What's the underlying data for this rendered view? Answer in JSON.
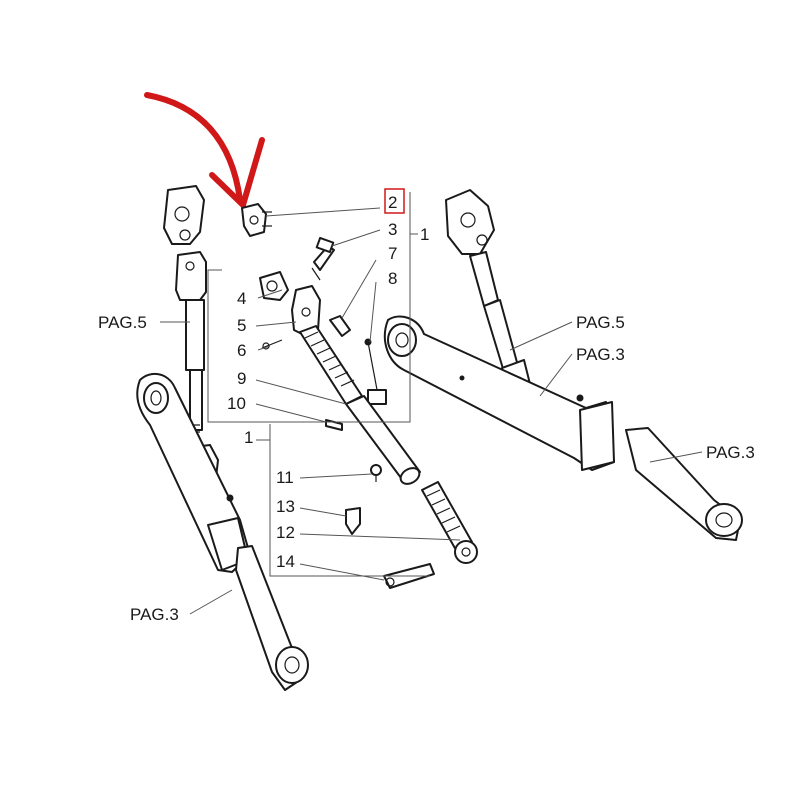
{
  "labels": {
    "n1a": "1",
    "n1b": "1",
    "n2": "2",
    "n3": "3",
    "n4": "4",
    "n5": "5",
    "n6": "6",
    "n7": "7",
    "n8": "8",
    "n9": "9",
    "n10": "10",
    "n11": "11",
    "n12": "12",
    "n13": "13",
    "n14": "14",
    "pag5_left": "PAG.5",
    "pag3_left": "PAG.3",
    "pag5_right": "PAG.5",
    "pag3_right_upper": "PAG.3",
    "pag3_right_lower": "PAG.3"
  },
  "colors": {
    "arrow": "#d01818",
    "highlight_box": "#d01818",
    "line": "#1a1a1a"
  },
  "highlighted_part": "2"
}
